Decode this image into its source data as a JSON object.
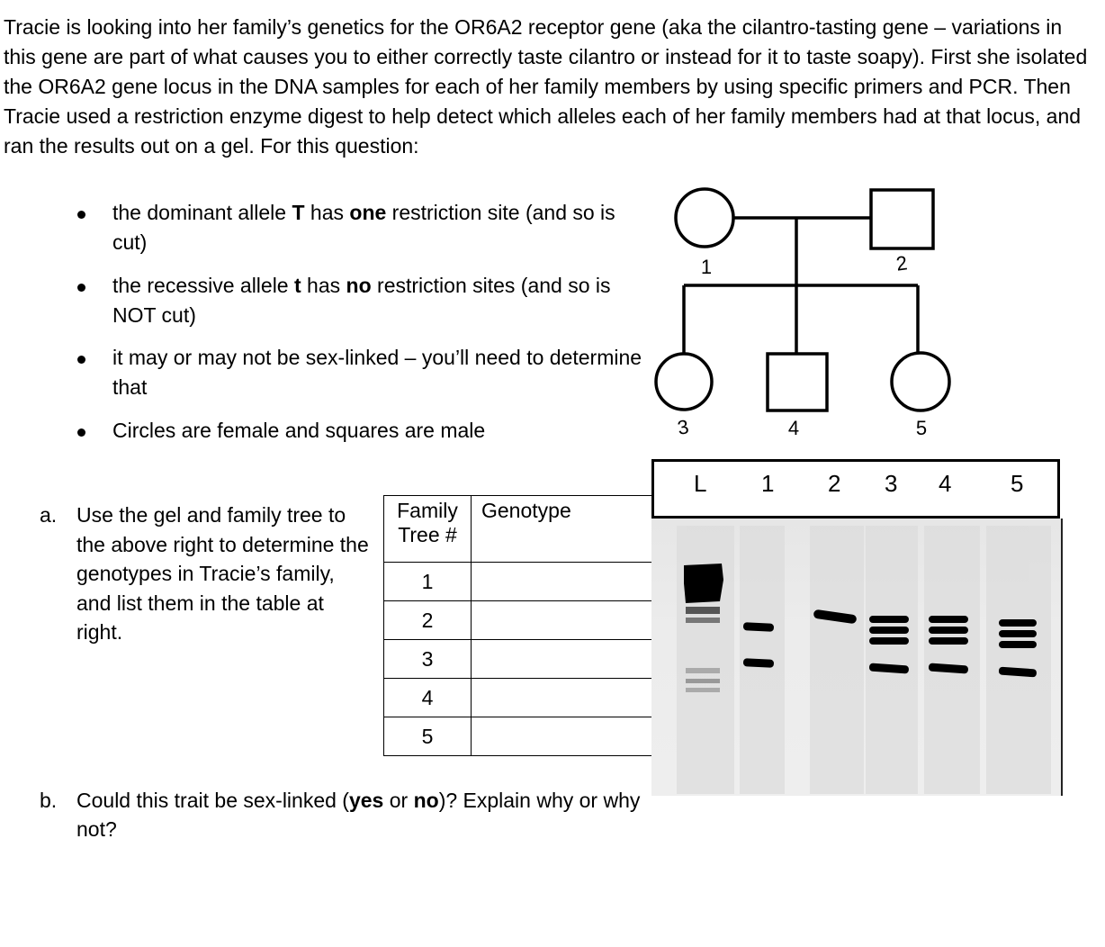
{
  "intro": "Tracie is looking into her family’s genetics for the OR6A2 receptor gene (aka the cilantro-tasting gene – variations in this gene are part of what causes you to either correctly taste cilantro or instead for it to taste soapy).  First she isolated the OR6A2 gene locus in the DNA samples for each of her family members by using specific primers and PCR.  Then Tracie used a restriction enzyme digest to help detect which alleles each of her family members had at that locus, and ran the results out on a gel.  For this question:",
  "bullets": {
    "b1": {
      "p1": "the dominant allele ",
      "b1": "T",
      "p2": " has ",
      "b2": "one",
      "p3": " restriction site (and so is cut)"
    },
    "b2": {
      "p1": "the recessive allele ",
      "b1": "t",
      "p2": " has ",
      "b2": "no",
      "p3": " restriction sites (and so is NOT cut)"
    },
    "b3": "it may or may not be sex-linked – you’ll need to determine that",
    "b4": "Circles are female and squares are male"
  },
  "question_a": {
    "label": "a.",
    "text": "Use the gel and family tree to the above right to determine the genotypes in Tracie’s family, and list them in the table at right."
  },
  "table": {
    "header_col1_line1": "Family",
    "header_col1_line2": "Tree #",
    "header_col2": "Genotype",
    "rows": [
      "1",
      "2",
      "3",
      "4",
      "5"
    ]
  },
  "question_b": {
    "label": "b.",
    "p1": "Could this trait be sex-linked (",
    "yes": "yes",
    "p2": " or ",
    "no": "no",
    "p3": ")?  Explain why or why not?"
  },
  "pedigree": {
    "labels": [
      "1",
      "2",
      "3",
      "4",
      "5"
    ]
  },
  "gel": {
    "lanes": [
      "L",
      "1",
      "2",
      "3",
      "4",
      "5"
    ]
  }
}
